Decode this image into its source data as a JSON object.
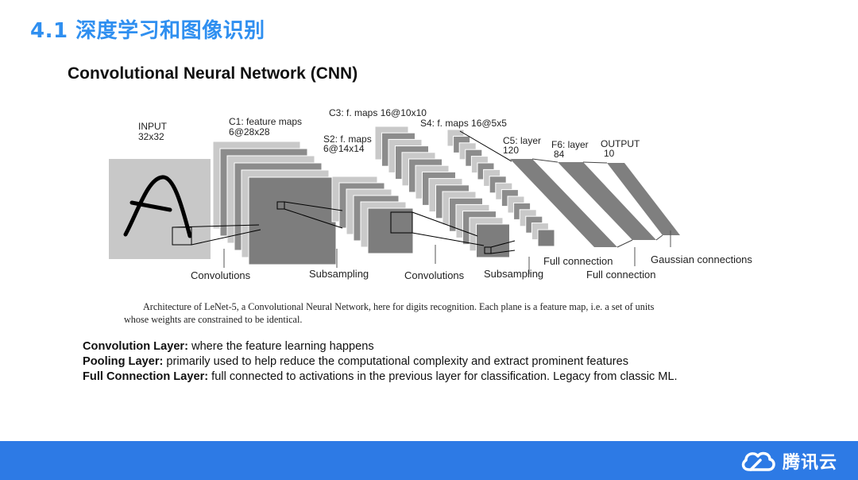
{
  "slide": {
    "title": "4.1 深度学习和图像识别",
    "subtitle": "Convolutional Neural Network (CNN)"
  },
  "diagram": {
    "layers": [
      {
        "name": "INPUT",
        "size": "32x32"
      },
      {
        "name": "C1: feature maps",
        "size": "6@28x28"
      },
      {
        "name": "S2: f. maps",
        "size": "6@14x14"
      },
      {
        "name": "C3: f. maps 16@10x10"
      },
      {
        "name": "S4: f. maps 16@5x5"
      },
      {
        "name": "C5: layer",
        "size": "120"
      },
      {
        "name": "F6: layer",
        "size": "84"
      },
      {
        "name": "OUTPUT",
        "size": "10"
      }
    ],
    "operations": [
      "Convolutions",
      "Subsampling",
      "Convolutions",
      "Subsampling",
      "Full connection",
      "Full connection",
      "Gaussian connections"
    ],
    "caption_line1": "Architecture of LeNet-5, a Convolutional Neural Network, here for digits recognition. Each plane is a feature map, i.e. a set of units",
    "caption_line2": "whose weights are constrained to be identical."
  },
  "bullets": [
    {
      "term": "Convolution Layer:",
      "text": " where the feature learning happens"
    },
    {
      "term": "Pooling Layer:",
      "text": " primarily used to help reduce the computational complexity and extract prominent features"
    },
    {
      "term": "Full Connection Layer:",
      "text": " full connected to activations in the previous layer for classification. Legacy from classic ML."
    }
  ],
  "footer": {
    "brand": "腾讯云",
    "brand_icon": "cloud-logo-icon",
    "bar_color": "#2d7ae5"
  },
  "colors": {
    "title": "#2f8ff0"
  }
}
